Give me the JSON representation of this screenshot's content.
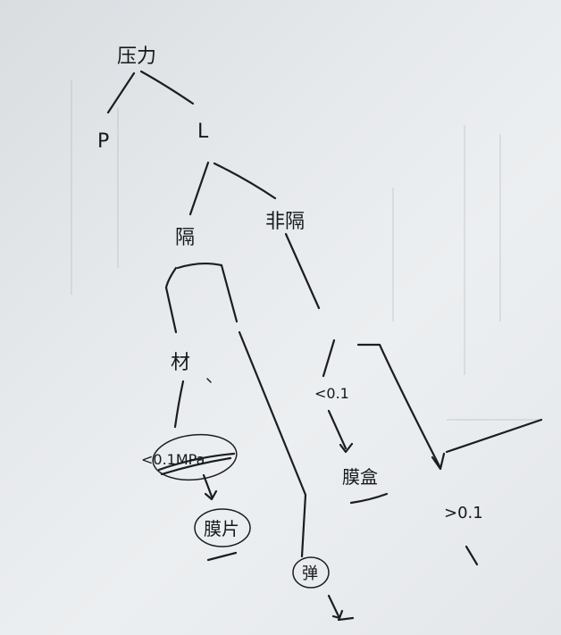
{
  "diagram": {
    "root": "压力",
    "left_leaf": "P",
    "right_branch": "L",
    "branch_a": "隔",
    "branch_b": "非隔",
    "node_material": "材",
    "node_threshold": "<0.1MPa",
    "node_membrane": "膜片",
    "node_right_leaf": "弹",
    "node_lt01": "<0.1",
    "node_capsule": "膜盒",
    "node_gt": ">0.1"
  }
}
